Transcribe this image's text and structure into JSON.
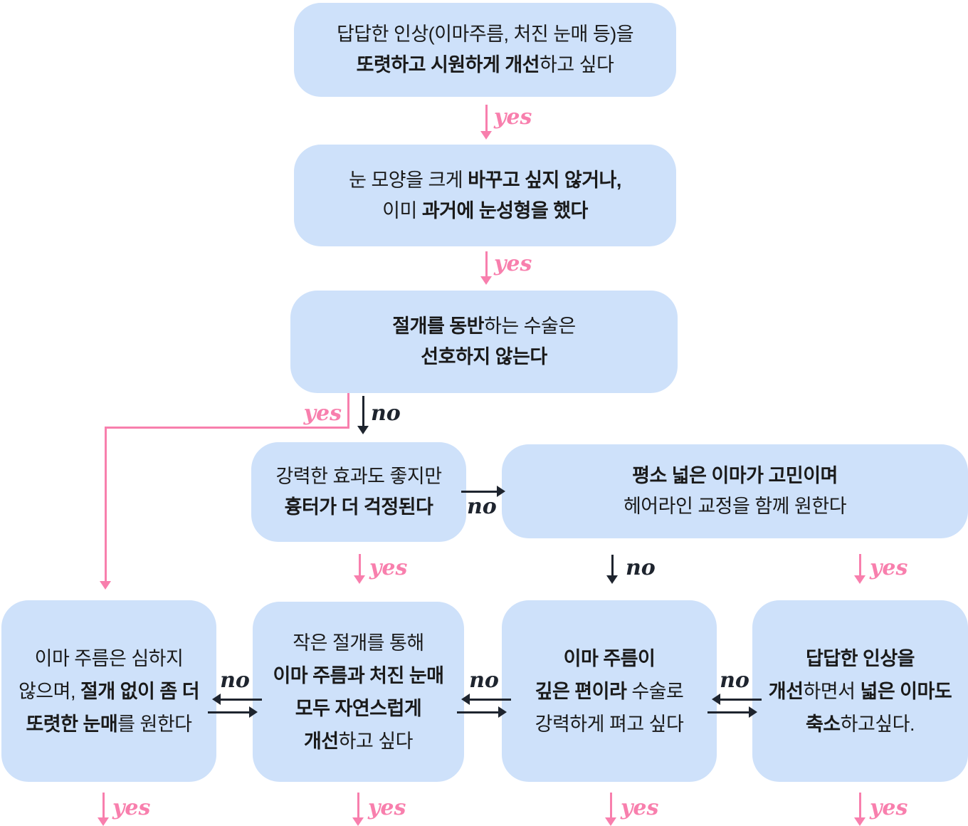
{
  "colors": {
    "node_fill": "#cee1fa",
    "node_text": "#1a1a1a",
    "yes_accent": "#f87fad",
    "no_accent": "#1e242e",
    "background": "#ffffff"
  },
  "labels": {
    "yes": "yes",
    "no": "no"
  },
  "nodes": {
    "start": {
      "lines": [
        [
          {
            "t": "답답한 인상(이마주름, 처진 눈매 등)을",
            "b": 0
          }
        ],
        [
          {
            "t": "또렷하고 시원하게 개선",
            "b": 1
          },
          {
            "t": "하고 싶다",
            "b": 0
          }
        ]
      ]
    },
    "eye_shape": {
      "lines": [
        [
          {
            "t": "눈 모양을 크게 ",
            "b": 0
          },
          {
            "t": "바꾸고 싶지 않거나,",
            "b": 1
          }
        ],
        [
          {
            "t": "이미 ",
            "b": 0
          },
          {
            "t": "과거에 눈성형을 했다",
            "b": 1
          }
        ]
      ]
    },
    "incision": {
      "lines": [
        [
          {
            "t": "절개를 동반",
            "b": 1
          },
          {
            "t": "하는 수술은",
            "b": 0
          }
        ],
        [
          {
            "t": "선호하지 않는다",
            "b": 1
          }
        ]
      ]
    },
    "scar_worry": {
      "lines": [
        [
          {
            "t": "강력한 효과도 좋지만",
            "b": 0
          }
        ],
        [
          {
            "t": "흉터가 더 걱정된다",
            "b": 1
          }
        ]
      ]
    },
    "wide_forehead": {
      "lines": [
        [
          {
            "t": "평소 넓은 이마가 고민이며",
            "b": 1
          }
        ],
        [
          {
            "t": "헤어라인 교정을 함께 원한다",
            "b": 0
          }
        ]
      ]
    },
    "no_incision_wish": {
      "lines": [
        [
          {
            "t": "이마 주름은 심하지",
            "b": 0
          }
        ],
        [
          {
            "t": "않으며, ",
            "b": 0
          },
          {
            "t": "절개 없이 좀 더",
            "b": 1
          }
        ],
        [
          {
            "t": "또렷한 눈매",
            "b": 1
          },
          {
            "t": "를 원한다",
            "b": 0
          }
        ]
      ]
    },
    "small_incision": {
      "lines": [
        [
          {
            "t": "작은 절개를 통해",
            "b": 0
          }
        ],
        [
          {
            "t": "이마 주름과 처진 눈매",
            "b": 1
          }
        ],
        [
          {
            "t": "모두 자연스럽게",
            "b": 1
          }
        ],
        [
          {
            "t": "개선",
            "b": 1
          },
          {
            "t": "하고 싶다",
            "b": 0
          }
        ]
      ]
    },
    "deep_wrinkle": {
      "lines": [
        [
          {
            "t": "이마 주름이",
            "b": 1
          }
        ],
        [
          {
            "t": "깊은 편이라",
            "b": 1
          },
          {
            "t": " 수술로",
            "b": 0
          }
        ],
        [
          {
            "t": "강력하게 펴고 싶다",
            "b": 0
          }
        ]
      ]
    },
    "reduce_forehead": {
      "lines": [
        [
          {
            "t": "답답한 인상을",
            "b": 1
          }
        ],
        [
          {
            "t": "개선",
            "b": 1
          },
          {
            "t": "하면서 ",
            "b": 0
          },
          {
            "t": "넓은 이마도",
            "b": 1
          }
        ],
        [
          {
            "t": "축소",
            "b": 1
          },
          {
            "t": "하고싶다.",
            "b": 0
          }
        ]
      ]
    }
  },
  "edges": [
    {
      "from": "start",
      "to": "eye_shape",
      "label": "yes"
    },
    {
      "from": "eye_shape",
      "to": "incision",
      "label": "yes"
    },
    {
      "from": "incision",
      "to": "no_incision_wish",
      "label": "yes"
    },
    {
      "from": "incision",
      "to": "scar_worry",
      "label": "no"
    },
    {
      "from": "scar_worry",
      "to": "wide_forehead",
      "label": "no"
    },
    {
      "from": "scar_worry",
      "to": "small_incision",
      "label": "yes"
    },
    {
      "from": "wide_forehead",
      "to": "deep_wrinkle",
      "label": "no"
    },
    {
      "from": "wide_forehead",
      "to": "reduce_forehead",
      "label": "yes"
    },
    {
      "from": "small_incision",
      "to": "no_incision_wish",
      "label": "no",
      "bidirectional": true
    },
    {
      "from": "deep_wrinkle",
      "to": "small_incision",
      "label": "no",
      "bidirectional": true
    },
    {
      "from": "reduce_forehead",
      "to": "deep_wrinkle",
      "label": "no",
      "bidirectional": true
    },
    {
      "from": "no_incision_wish",
      "to": "",
      "label": "yes"
    },
    {
      "from": "small_incision",
      "to": "",
      "label": "yes"
    },
    {
      "from": "deep_wrinkle",
      "to": "",
      "label": "yes"
    },
    {
      "from": "reduce_forehead",
      "to": "",
      "label": "yes"
    }
  ]
}
